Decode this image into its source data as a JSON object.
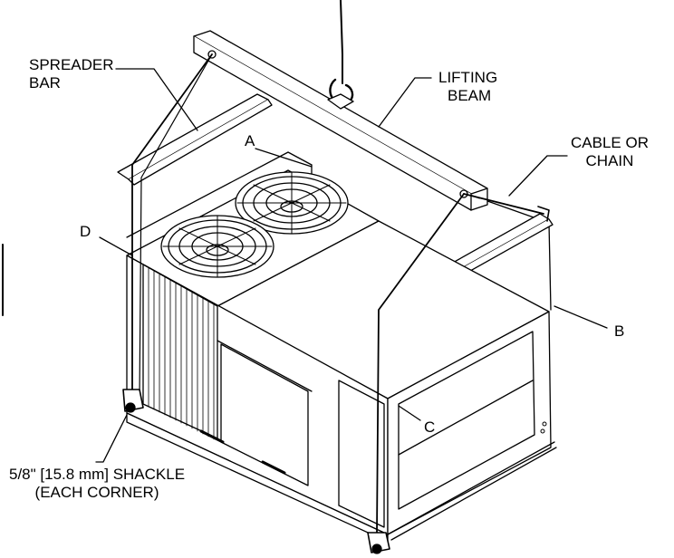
{
  "labels": {
    "spreader_bar": [
      "SPREADER",
      "BAR"
    ],
    "lifting_beam": [
      "LIFTING",
      "BEAM"
    ],
    "cable_or_chain": [
      "CABLE OR",
      "CHAIN"
    ],
    "shackle": [
      "5/8\" [15.8 mm] SHACKLE",
      "(EACH CORNER)"
    ],
    "corner_a": "A",
    "corner_b": "B",
    "corner_c": "C",
    "corner_d": "D"
  },
  "colors": {
    "ink": "#000000",
    "paper": "#ffffff"
  }
}
